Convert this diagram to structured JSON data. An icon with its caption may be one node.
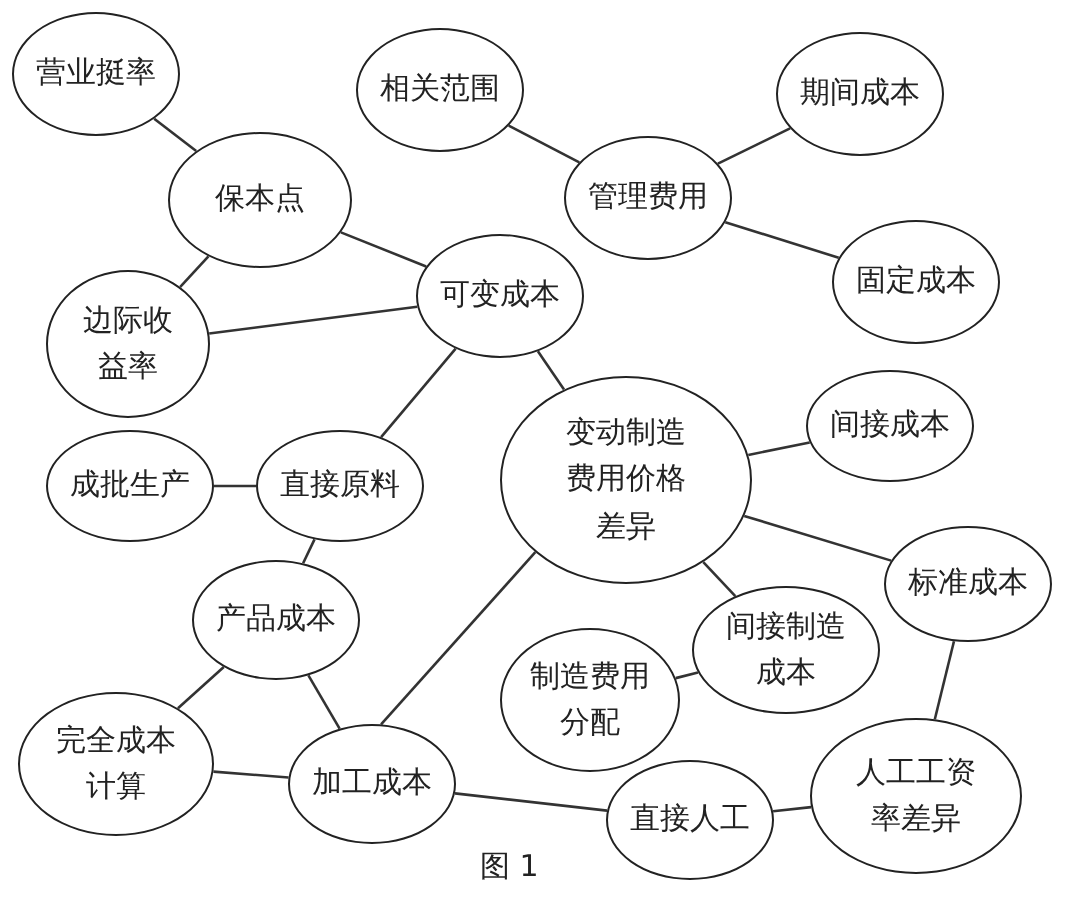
{
  "diagram": {
    "caption": "图 1",
    "nodes": [
      {
        "text": [
          "营业挺率"
        ]
      },
      {
        "text": [
          "相关范围"
        ]
      },
      {
        "text": [
          "期间成本"
        ]
      },
      {
        "text": [
          "保本点"
        ]
      },
      {
        "text": [
          "管理费用"
        ]
      },
      {
        "text": [
          "边际收益率"
        ]
      },
      {
        "text": [
          "可变成本"
        ]
      },
      {
        "text": [
          "固定成本"
        ]
      },
      {
        "text": [
          "变动制造费用价格差异"
        ]
      },
      {
        "text": [
          "间接成本"
        ]
      },
      {
        "text": [
          "成批生产"
        ]
      },
      {
        "text": [
          "直接原料"
        ]
      },
      {
        "text": [
          "产品成本"
        ]
      },
      {
        "text": [
          "标准成本"
        ]
      },
      {
        "text": [
          "间接制造成本"
        ]
      },
      {
        "text": [
          "制造费用分配"
        ]
      },
      {
        "text": [
          "完全成本计算"
        ]
      },
      {
        "text": [
          "人工工资率差异"
        ]
      },
      {
        "text": [
          "加工成本"
        ]
      },
      {
        "text": [
          "直接人工"
        ]
      }
    ],
    "edges": [
      {
        "from": 0,
        "to": 3,
        "arrow": "none"
      },
      {
        "from": 1,
        "to": 4,
        "arrow": "none"
      },
      {
        "from": 4,
        "to": 2,
        "arrow": "none"
      },
      {
        "from": 4,
        "to": 7,
        "arrow": "none"
      },
      {
        "from": 3,
        "to": 5,
        "arrow": "none"
      },
      {
        "from": 3,
        "to": 6,
        "arrow": "none"
      },
      {
        "from": 5,
        "to": 6,
        "arrow": "none"
      },
      {
        "from": 6,
        "to": 8,
        "arrow": "none"
      },
      {
        "from": 6,
        "to": 11,
        "arrow": "none"
      },
      {
        "from": 8,
        "to": 9,
        "arrow": "none"
      },
      {
        "from": 10,
        "to": 11,
        "arrow": "none"
      },
      {
        "from": 11,
        "to": 12,
        "arrow": "none"
      },
      {
        "from": 12,
        "to": 16,
        "arrow": "none"
      },
      {
        "from": 12,
        "to": 18,
        "arrow": "none"
      },
      {
        "from": 16,
        "to": 18,
        "arrow": "none"
      },
      {
        "from": 18,
        "to": 8,
        "arrow": "none"
      },
      {
        "from": 8,
        "to": 13,
        "arrow": "none"
      },
      {
        "from": 8,
        "to": 14,
        "arrow": "none"
      },
      {
        "from": 14,
        "to": 15,
        "arrow": "none"
      },
      {
        "from": 18,
        "to": 19,
        "arrow": "none"
      },
      {
        "from": 19,
        "to": 17,
        "arrow": "none"
      },
      {
        "from": 17,
        "to": 13,
        "arrow": "none"
      }
    ]
  }
}
